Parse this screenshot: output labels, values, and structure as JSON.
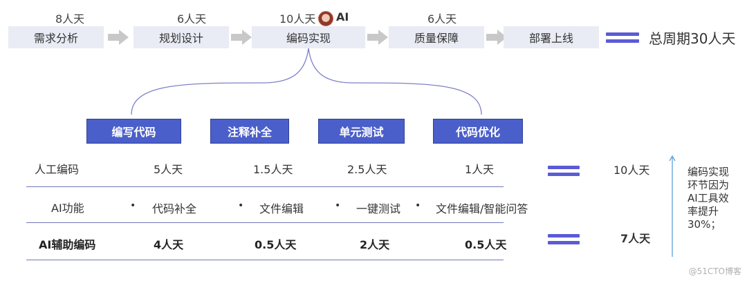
{
  "timeline": {
    "stages": [
      {
        "name": "需求分析",
        "days": "8人天"
      },
      {
        "name": "规划设计",
        "days": "6人天"
      },
      {
        "name": "编码实现",
        "days": "10人天"
      },
      {
        "name": "质量保障",
        "days": "6人天"
      },
      {
        "name": "部署上线",
        "days": ""
      }
    ],
    "ai_tag": "AI",
    "total": "总周期30人天"
  },
  "tasks": [
    "编写代码",
    "注释补全",
    "单元测试",
    "代码优化"
  ],
  "table": {
    "rows": [
      {
        "label": "人工编码",
        "cells": [
          "5人天",
          "1.5人天",
          "2.5人天",
          "1人天"
        ],
        "total": "10人天"
      },
      {
        "label": "AI功能",
        "cells": [
          "代码补全",
          "文件编辑",
          "一键测试",
          "文件编辑/智能问答"
        ],
        "total": ""
      },
      {
        "label": "AI辅助编码",
        "cells": [
          "4人天",
          "0.5人天",
          "2人天",
          "0.5人天"
        ],
        "total": "7人天"
      }
    ]
  },
  "note": "编码实现环节因为AI工具效率提升30%；",
  "watermark": "@51CTO博客",
  "colors": {
    "accent": "#5b5bd6",
    "task_box": "#4a5fc9",
    "stage_bg": "#e9ebf5",
    "arrow": "#c8c8c8"
  }
}
